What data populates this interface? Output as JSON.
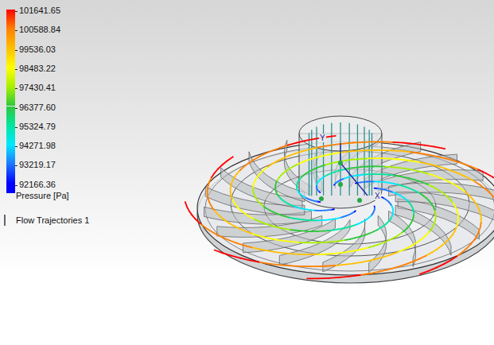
{
  "diagram": {
    "labels": [
      "Pressure [Pa]",
      "Flow Trajectories 1",
      "Y",
      "X"
    ],
    "legend": [
      {
        "text": "101641.65",
        "color": "#ff0000"
      },
      {
        "text": "100588.84",
        "color": "#ff8000"
      },
      {
        "text": "99536.03",
        "color": "#ffc000"
      },
      {
        "text": "98483.22",
        "color": "#ffff00"
      },
      {
        "text": "97430.41",
        "color": "#a8f000"
      },
      {
        "text": "96377.60",
        "color": "#2ec83c"
      },
      {
        "text": "95324.79",
        "color": "#00e6a0"
      },
      {
        "text": "94271.98",
        "color": "#00e8ff"
      },
      {
        "text": "93219.17",
        "color": "#1e78ff"
      },
      {
        "text": "92166.36",
        "color": "#0000ff"
      }
    ]
  }
}
